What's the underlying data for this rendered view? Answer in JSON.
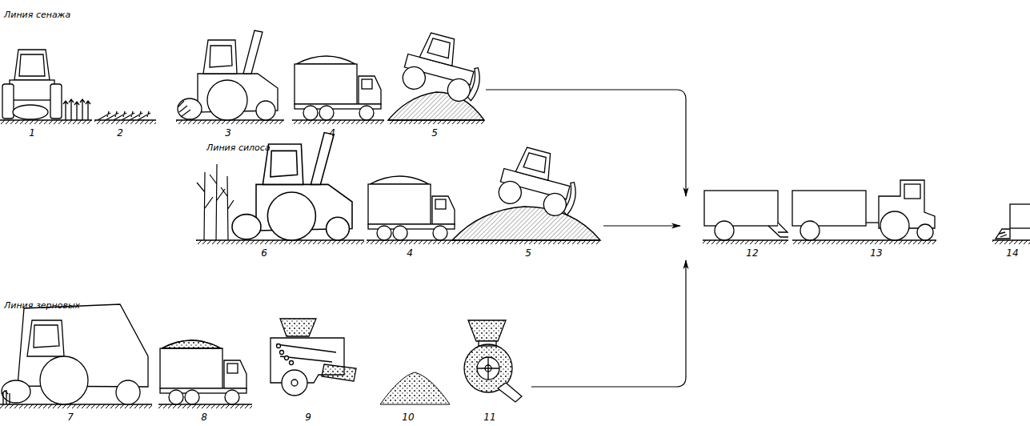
{
  "diagram": {
    "nodes": [
      {
        "text": [
          "1"
        ]
      },
      {
        "text": [
          "2"
        ]
      },
      {
        "text": [
          "3"
        ]
      },
      {
        "text": [
          "4"
        ]
      },
      {
        "text": [
          "5"
        ]
      },
      {
        "text": [
          "6"
        ]
      },
      {
        "text": [
          "4"
        ]
      },
      {
        "text": [
          "5"
        ]
      },
      {
        "text": [
          "12"
        ]
      },
      {
        "text": [
          "13"
        ]
      },
      {
        "text": [
          "14"
        ]
      },
      {
        "text": [
          "7"
        ]
      },
      {
        "text": [
          "8"
        ]
      },
      {
        "text": [
          "9"
        ]
      },
      {
        "text": [
          "10"
        ]
      },
      {
        "text": [
          "11"
        ]
      }
    ],
    "edges": [
      {
        "from": 4,
        "to": 8,
        "arrow": "to"
      },
      {
        "from": 7,
        "to": 8,
        "arrow": "to"
      },
      {
        "from": 15,
        "to": 8,
        "arrow": "to"
      }
    ],
    "labels": [
      "Линия сенажа",
      "Линия силоса",
      "Линия зерновых"
    ]
  }
}
